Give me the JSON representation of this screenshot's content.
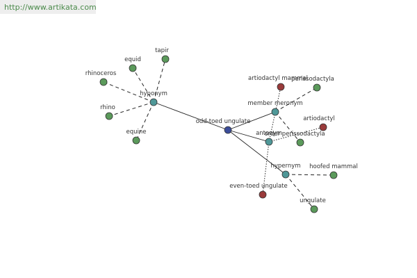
{
  "watermark": "http://www.artikata.com",
  "colors": {
    "leaf": "#5b9a5b",
    "relation": "#4f9898",
    "center": "#3b4d9a",
    "other": "#9a3b3b",
    "edge": "#222222"
  },
  "nodes": [
    {
      "id": "center",
      "label": "odd-toed ungulate",
      "kind": "center"
    },
    {
      "id": "hyponym",
      "label": "hyponym",
      "kind": "relation"
    },
    {
      "id": "meronym",
      "label": "member meronym",
      "kind": "relation"
    },
    {
      "id": "antonym",
      "label": "antonym",
      "kind": "relation"
    },
    {
      "id": "hypernym",
      "label": "hypernym",
      "kind": "relation"
    },
    {
      "id": "tapir",
      "label": "tapir",
      "kind": "leaf"
    },
    {
      "id": "equid",
      "label": "equid",
      "kind": "leaf"
    },
    {
      "id": "rhinoceros",
      "label": "rhinoceros",
      "kind": "leaf"
    },
    {
      "id": "rhino",
      "label": "rhino",
      "kind": "leaf"
    },
    {
      "id": "equine",
      "label": "equine",
      "kind": "leaf"
    },
    {
      "id": "artio_mammal",
      "label": "artiodactyl mammal",
      "kind": "other"
    },
    {
      "id": "peris1",
      "label": "perissodactyla",
      "kind": "leaf"
    },
    {
      "id": "artiodactyl",
      "label": "artiodactyl",
      "kind": "other"
    },
    {
      "id": "order_peris",
      "label": "order perissodactyla",
      "kind": "leaf"
    },
    {
      "id": "hoofed",
      "label": "hoofed mammal",
      "kind": "leaf"
    },
    {
      "id": "even_toed",
      "label": "even-toed ungulate",
      "kind": "other"
    },
    {
      "id": "ungulate",
      "label": "ungulate",
      "kind": "leaf"
    }
  ],
  "edges": [
    {
      "from": "center",
      "to": "hyponym",
      "style": "solid"
    },
    {
      "from": "center",
      "to": "meronym",
      "style": "solid"
    },
    {
      "from": "center",
      "to": "antonym",
      "style": "solid"
    },
    {
      "from": "center",
      "to": "hypernym",
      "style": "solid"
    },
    {
      "from": "hyponym",
      "to": "tapir",
      "style": "dashed"
    },
    {
      "from": "hyponym",
      "to": "equid",
      "style": "dashed"
    },
    {
      "from": "hyponym",
      "to": "rhinoceros",
      "style": "dashed"
    },
    {
      "from": "hyponym",
      "to": "rhino",
      "style": "dashed"
    },
    {
      "from": "hyponym",
      "to": "equine",
      "style": "dashed"
    },
    {
      "from": "meronym",
      "to": "peris1",
      "style": "dashed"
    },
    {
      "from": "meronym",
      "to": "order_peris",
      "style": "dashed"
    },
    {
      "from": "antonym",
      "to": "artio_mammal",
      "style": "dotted"
    },
    {
      "from": "antonym",
      "to": "artiodactyl",
      "style": "dotted"
    },
    {
      "from": "antonym",
      "to": "even_toed",
      "style": "dotted"
    },
    {
      "from": "hypernym",
      "to": "hoofed",
      "style": "dashed"
    },
    {
      "from": "hypernym",
      "to": "ungulate",
      "style": "dashed"
    }
  ]
}
